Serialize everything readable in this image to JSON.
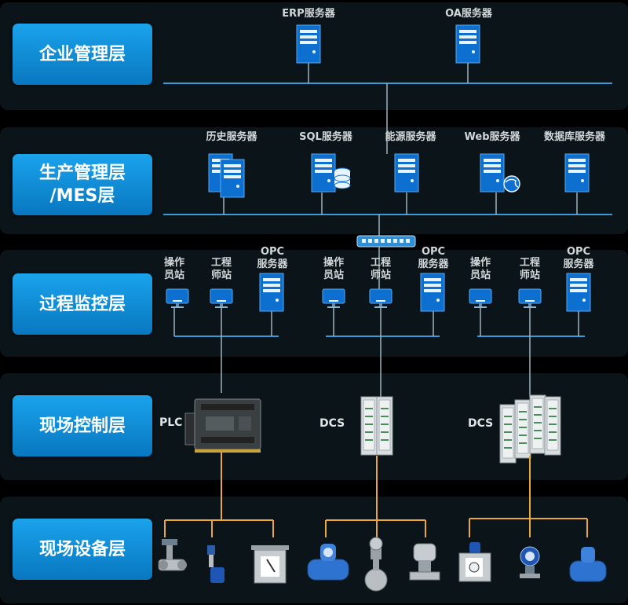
{
  "layers": {
    "enterprise": "企业管理层",
    "mes_line1": "生产管理层",
    "mes_line2": "/MES层",
    "process": "过程监控层",
    "control": "现场控制层",
    "device": "现场设备层"
  },
  "enterprise_servers": [
    "ERP服务器",
    "OA服务器"
  ],
  "mes_servers": [
    "历史服务器",
    "SQL服务器",
    "能源服务器",
    "Web服务器",
    "数据库服务器"
  ],
  "process_stations": {
    "operator_line1": "操作",
    "operator_line2": "员站",
    "engineer_line1": "工程",
    "engineer_line2": "师站",
    "opc_line1": "OPC",
    "opc_line2": "服务器"
  },
  "controllers": [
    "PLC",
    "DCS",
    "DCS"
  ],
  "colors": {
    "layer_button": "#1a9ae6",
    "bus_line": "#3a9ad6",
    "field_line": "#e9a83a",
    "server_blue": "#0d6fd0"
  }
}
